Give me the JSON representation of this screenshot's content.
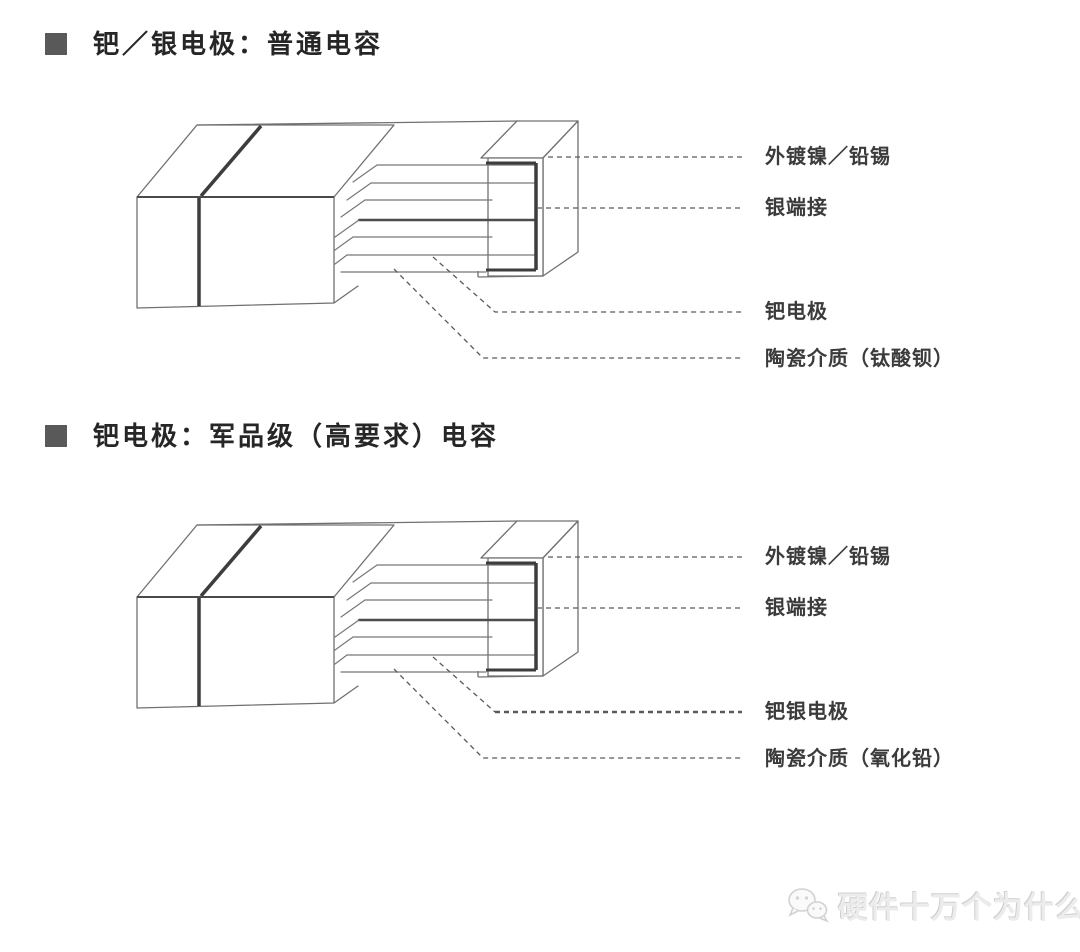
{
  "page": {
    "background": "#ffffff"
  },
  "sections": [
    {
      "id": "ordinary",
      "title": "钯／银电极：普通电容",
      "labels": [
        {
          "text": "外镀镍／铅锡"
        },
        {
          "text": "银端接"
        },
        {
          "text": "钯电极"
        },
        {
          "text": "陶瓷介质（钛酸钡）"
        }
      ]
    },
    {
      "id": "military",
      "title": "钯电极：军品级（高要求）电容",
      "labels": [
        {
          "text": "外镀镍／铅锡"
        },
        {
          "text": "银端接"
        },
        {
          "text": "钯银电极"
        },
        {
          "text": "陶瓷介质（氧化铅）"
        }
      ]
    }
  ],
  "watermark": {
    "text": "硬件十万个为什么",
    "icon": "wechat-chat-icon"
  },
  "colors": {
    "thin_line": "#707070",
    "dark_line": "#3d3d3d",
    "leader_line": "#5a5a5a",
    "title_text": "#262626",
    "label_text": "#3b3b3b",
    "bullet": "#595959",
    "watermark": "#ececec"
  }
}
